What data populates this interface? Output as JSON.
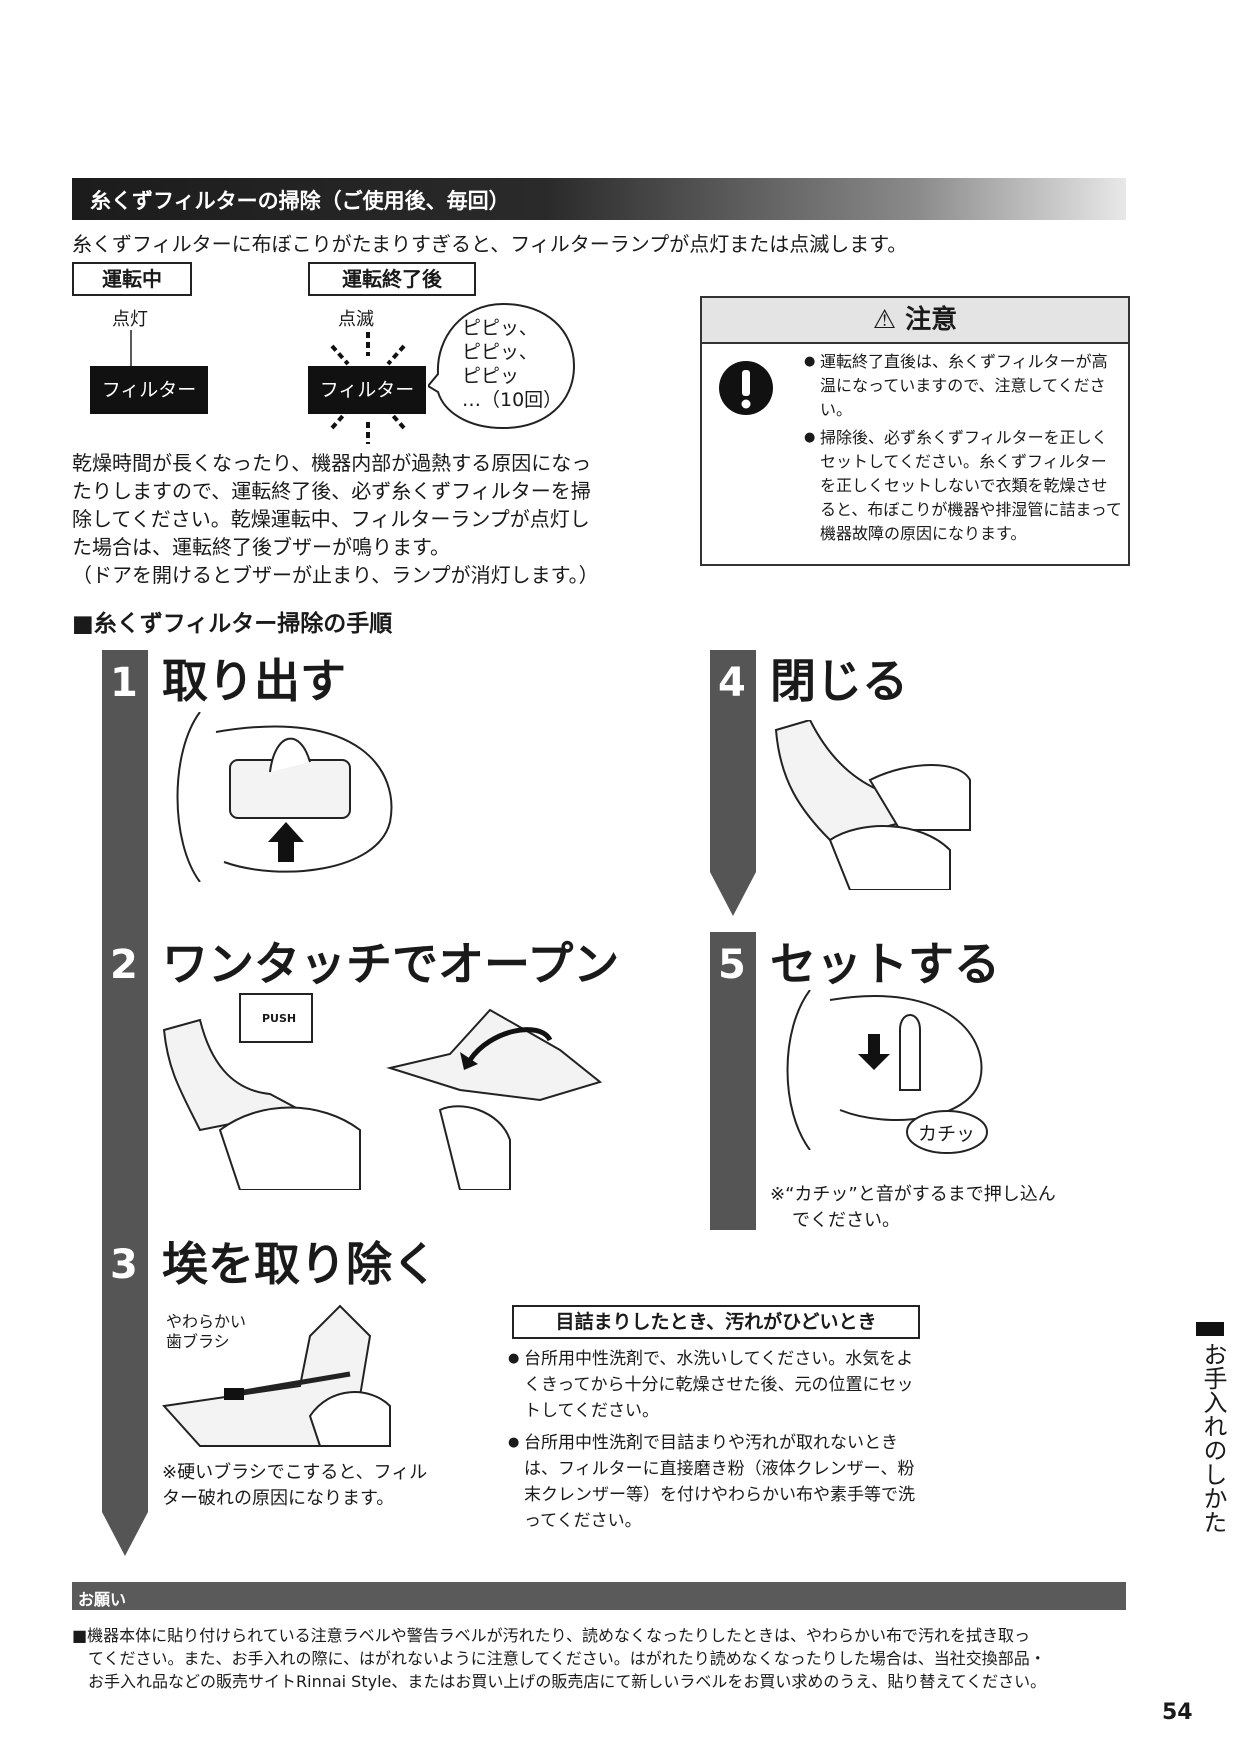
{
  "section_title": "糸くずフィルターの掃除（ご使用後、毎回）",
  "intro": "糸くずフィルターに布ぼこりがたまりすぎると、フィルターランプが点灯または点滅します。",
  "states": {
    "running": {
      "label": "運転中",
      "lamp": "点灯",
      "panel": "フィルター"
    },
    "finished": {
      "label": "運転終了後",
      "lamp": "点滅",
      "panel": "フィルター",
      "beep": [
        "ピピッ、",
        "ピピッ、",
        "ピピッ",
        "…（10回）"
      ]
    }
  },
  "paragraph": [
    "乾燥時間が長くなったり、機器内部が過熱する原因になっ",
    "たりしますので、運転終了後、必ず糸くずフィルターを掃",
    "除してください。乾燥運転中、フィルターランプが点灯し",
    "た場合は、運転終了後ブザーが鳴ります。",
    "（ドアを開けるとブザーが止まり、ランプが消灯します。）"
  ],
  "caution": {
    "title": "注意",
    "items": [
      "運転終了直後は、糸くずフィルターが高温になっていますので、注意してください。",
      "掃除後、必ず糸くずフィルターを正しくセットしてください。糸くずフィルターを正しくセットしないで衣類を乾燥させると、布ぼこりが機器や排湿管に詰まって機器故障の原因になります。"
    ]
  },
  "procedure_title": "■糸くずフィルター掃除の手順",
  "steps": [
    {
      "num": "1",
      "title": "取り出す"
    },
    {
      "num": "2",
      "title": "ワンタッチでオープン",
      "push_label": "PUSH"
    },
    {
      "num": "3",
      "title": "埃を取り除く",
      "brush_label": [
        "やわらかい",
        "歯ブラシ"
      ],
      "note": [
        "※硬いブラシでこすると、フィル",
        "ター破れの原因になります。"
      ]
    },
    {
      "num": "4",
      "title": "閉じる"
    },
    {
      "num": "5",
      "title": "セットする",
      "click": "カチッ",
      "note": [
        "※“カチッ”と音がするまで押し込ん",
        "でください。"
      ]
    }
  ],
  "clog": {
    "title": "目詰まりしたとき、汚れがひどいとき",
    "items": [
      "台所用中性洗剤で、水洗いしてください。水気をよくきってから十分に乾燥させた後、元の位置にセットしてください。",
      "台所用中性洗剤で目詰まりや汚れが取れないときは、フィルターに直接磨き粉（液体クレンザー、粉末クレンザー等）を付けやわらかい布や素手等で洗ってください。"
    ]
  },
  "request": {
    "title": "お願い",
    "lines": [
      "■機器本体に貼り付けられている注意ラベルや警告ラベルが汚れたり、読めなくなったりしたときは、やわらかい布で汚れを拭き取っ",
      "　てください。また、お手入れの際に、はがれないように注意してください。はがれたり読めなくなったりした場合は、当社交換部品・",
      "　お手入れ品などの販売サイトRinnai Style、またはお買い上げの販売店にて新しいラベルをお買い求めのうえ、貼り替えてください。"
    ]
  },
  "side_label": "お手入れのしかた",
  "page_number": "54"
}
